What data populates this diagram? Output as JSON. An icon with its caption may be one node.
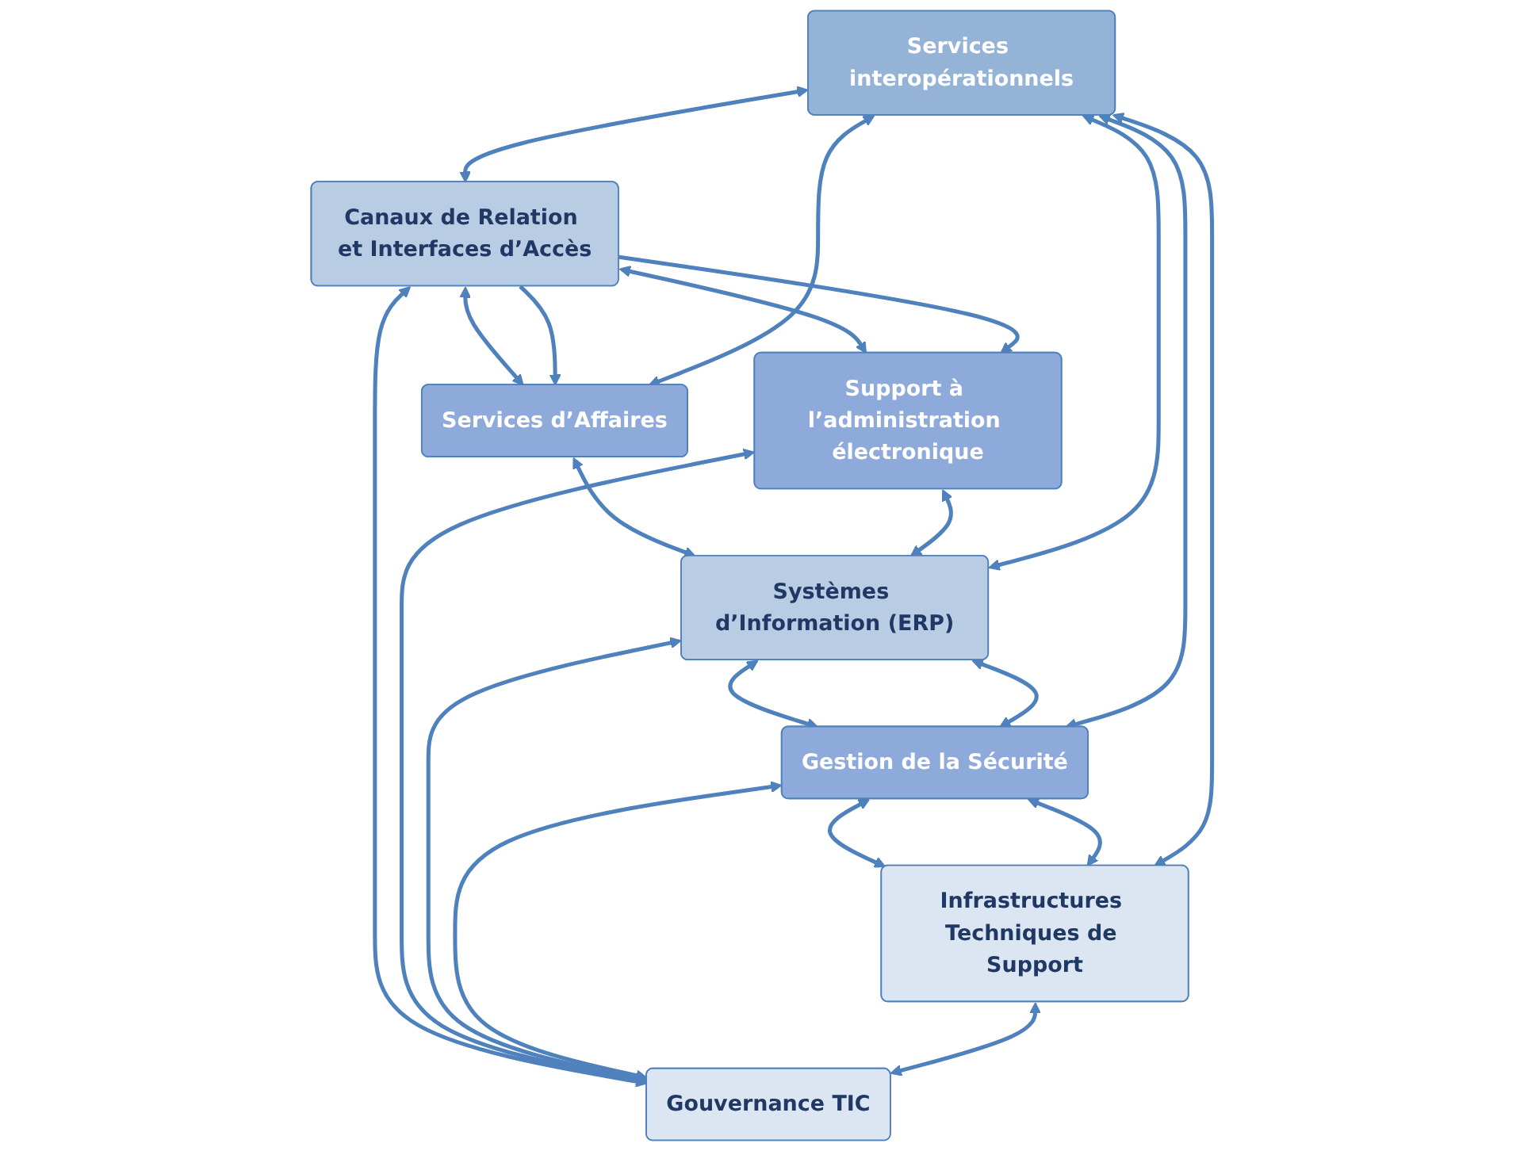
{
  "diagram": {
    "nodes": [
      {
        "text": [
          "Services interopérationnels"
        ]
      },
      {
        "text": [
          "Canaux de Relation et Interfaces d’Accès"
        ]
      },
      {
        "text": [
          "Services d’Affaires"
        ]
      },
      {
        "text": [
          "Support à l’administration électronique"
        ]
      },
      {
        "text": [
          "Systèmes d’Information (ERP)"
        ]
      },
      {
        "text": [
          "Gestion de la Sécurité"
        ]
      },
      {
        "text": [
          "Infrastructures Techniques de Support"
        ]
      },
      {
        "text": [
          "Gouvernance TIC"
        ]
      }
    ],
    "edges": [
      {
        "from": 0,
        "to": 1,
        "arrow": "both"
      },
      {
        "from": 1,
        "to": 7,
        "arrow": "both"
      },
      {
        "from": 1,
        "to": 2,
        "arrow": "both"
      },
      {
        "from": 1,
        "to": 3,
        "arrow": "both"
      },
      {
        "from": 1,
        "to": 2,
        "arrow": "to"
      },
      {
        "from": 1,
        "to": 3,
        "arrow": "to"
      },
      {
        "from": 0,
        "to": 2,
        "arrow": "both"
      },
      {
        "from": 3,
        "to": 7,
        "arrow": "both"
      },
      {
        "from": 2,
        "to": 4,
        "arrow": "both"
      },
      {
        "from": 3,
        "to": 4,
        "arrow": "both"
      },
      {
        "from": 0,
        "to": 4,
        "arrow": "both"
      },
      {
        "from": 4,
        "to": 7,
        "arrow": "both"
      },
      {
        "from": 4,
        "to": 5,
        "arrow": "both"
      },
      {
        "from": 4,
        "to": 5,
        "arrow": "both"
      },
      {
        "from": 0,
        "to": 5,
        "arrow": "both"
      },
      {
        "from": 5,
        "to": 7,
        "arrow": "both"
      },
      {
        "from": 5,
        "to": 6,
        "arrow": "both"
      },
      {
        "from": 5,
        "to": 6,
        "arrow": "both"
      },
      {
        "from": 0,
        "to": 6,
        "arrow": "both"
      },
      {
        "from": 6,
        "to": 7,
        "arrow": "both"
      }
    ]
  }
}
